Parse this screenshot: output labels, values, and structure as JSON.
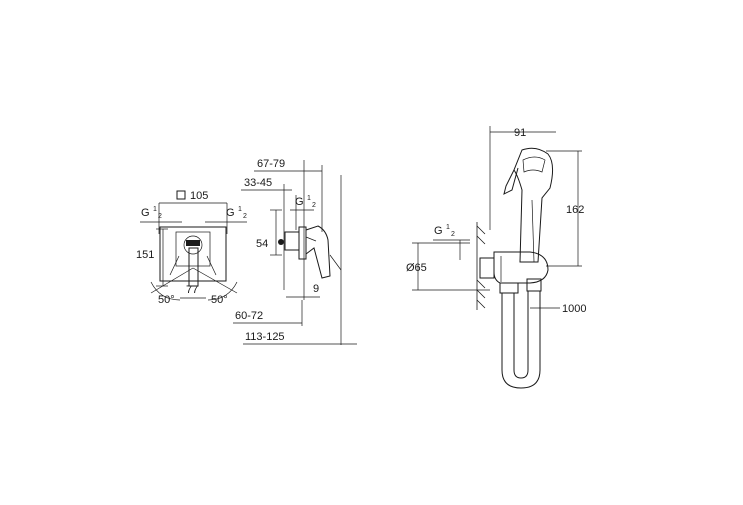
{
  "dimensions": {
    "square_prefix": "□",
    "plate_width": "105",
    "g_thread_left": "G",
    "g_thread_right": "G",
    "g_thread_side": "G",
    "g_thread_spray": "G",
    "thread_fraction_top": "1",
    "thread_fraction_bottom": "2",
    "plate_height": "151",
    "center_spacing": "77",
    "angle_left": "50°",
    "angle_right": "50°",
    "depth_range_a": "67-79",
    "depth_range_b": "33-45",
    "outlet_height": "54",
    "wall_offset": "9",
    "install_range": "60-72",
    "total_range": "113-125",
    "holder_depth": "91",
    "spray_height": "162",
    "holder_diameter": "Ø65",
    "hose_length": "1000"
  }
}
